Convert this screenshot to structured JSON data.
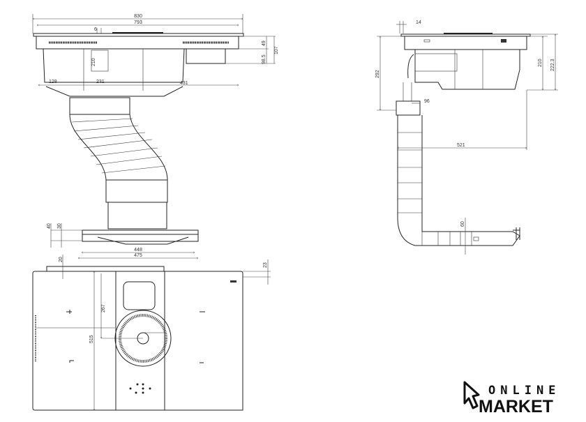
{
  "front_view": {
    "dims": {
      "overall_width": "830",
      "cutout_width": "793",
      "glass_thickness": "6",
      "motor_height": "210",
      "upper_body": "49",
      "total_height": "107",
      "lower_box": "98.5",
      "left_offset": "128",
      "center_offset": "231",
      "housing_width": "431"
    }
  },
  "duct_outlet": {
    "dims": {
      "height_total": "40",
      "height_flange": "30",
      "inner_width": "448",
      "outer_width": "475"
    }
  },
  "top_view": {
    "dims": {
      "rear_gap": "20",
      "front_overhang": "23",
      "fan_center": "267",
      "depth": "515"
    }
  },
  "side_view": {
    "dims": {
      "edge": "14",
      "duct_depth": "292",
      "body_height": "210",
      "total_height": "222.3",
      "duct_width": "96",
      "duct_offset": "521",
      "outlet_height": "60"
    }
  },
  "logo": {
    "line1": "ONLINE",
    "line2": "MARKET"
  }
}
